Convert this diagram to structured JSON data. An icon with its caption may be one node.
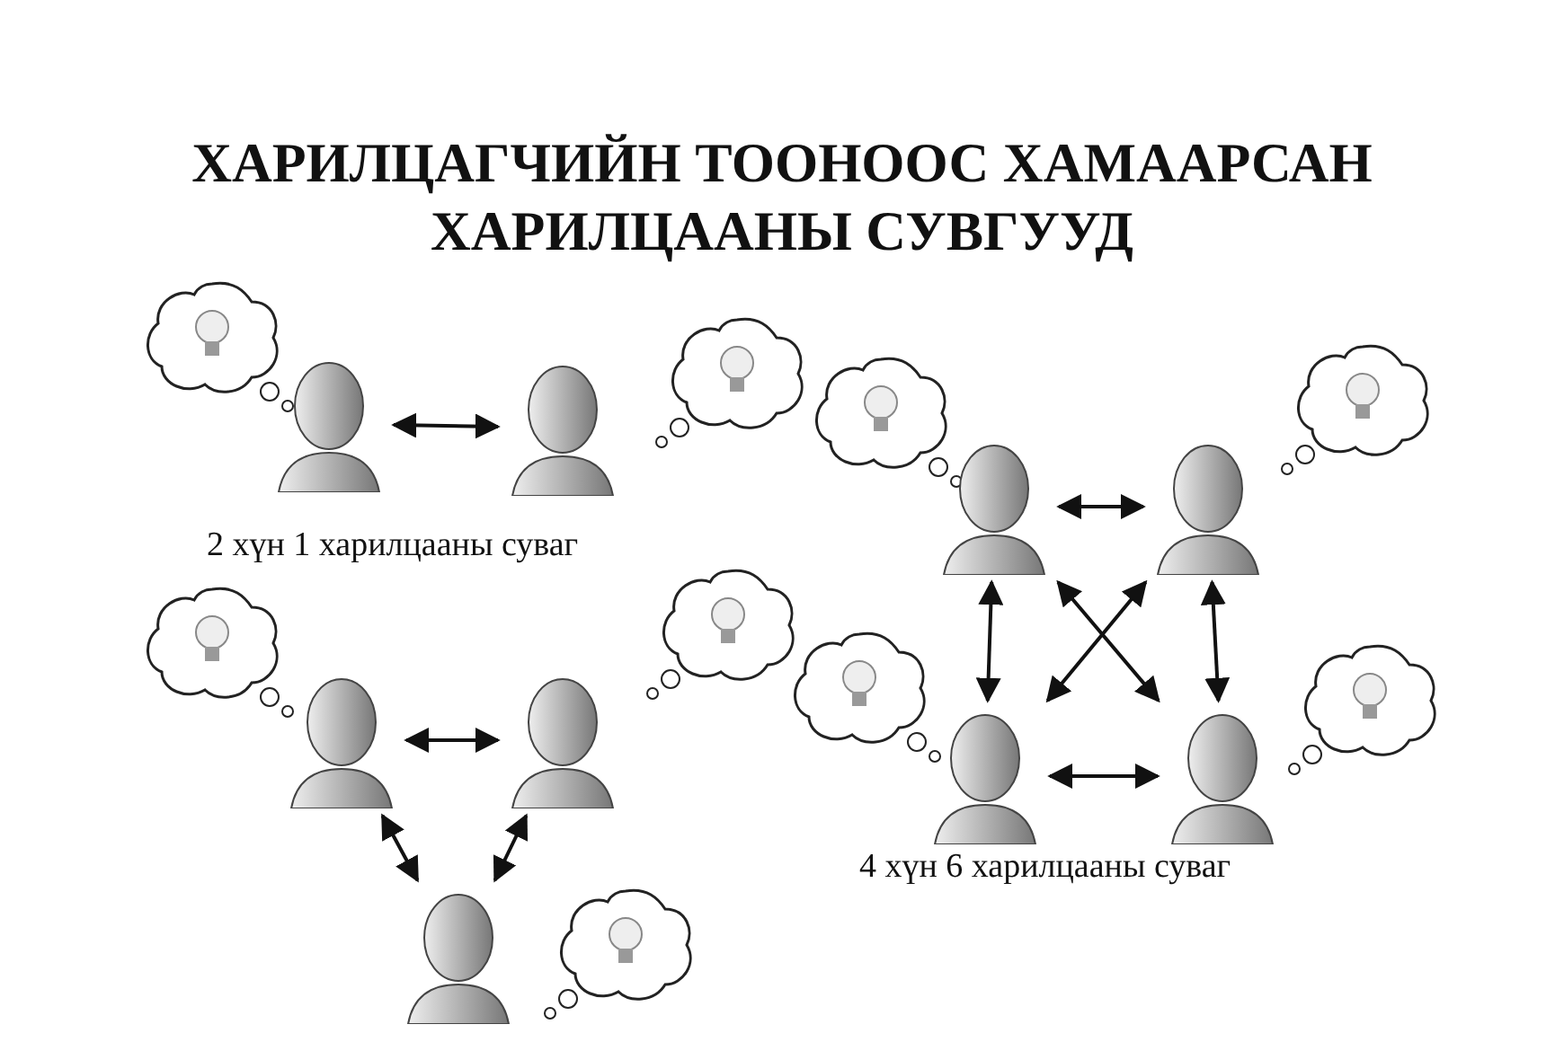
{
  "diagram": {
    "title": "ХАРИЛЦАГЧИЙН ТООНООС ХАМААРСАН ХАРИЛЦААНЫ СУВГУУД",
    "nodes": [
      {
        "text": [],
        "shape": "person"
      },
      {
        "text": [],
        "shape": "person"
      },
      {
        "text": [],
        "shape": "person"
      },
      {
        "text": [],
        "shape": "person"
      },
      {
        "text": [],
        "shape": "person"
      },
      {
        "text": [],
        "shape": "person"
      },
      {
        "text": [],
        "shape": "person"
      },
      {
        "text": [],
        "shape": "person"
      },
      {
        "text": [],
        "shape": "person"
      }
    ],
    "edges": [
      {
        "from": 0,
        "to": 1,
        "arrow": "both"
      },
      {
        "from": 2,
        "to": 3,
        "arrow": "both"
      },
      {
        "from": 4,
        "to": 5,
        "arrow": "both"
      },
      {
        "from": 2,
        "to": 6,
        "arrow": "both"
      },
      {
        "from": 3,
        "to": 7,
        "arrow": "both"
      },
      {
        "from": 2,
        "to": 7,
        "arrow": "both"
      },
      {
        "from": 3,
        "to": 6,
        "arrow": "both"
      },
      {
        "from": 6,
        "to": 7,
        "arrow": "both"
      },
      {
        "from": 4,
        "to": 8,
        "arrow": "both"
      },
      {
        "from": 5,
        "to": 8,
        "arrow": "both"
      }
    ],
    "labels": [
      "2 хүн 1 харилцааны суваг",
      "4 хүн 6 харилцааны суваг"
    ]
  }
}
